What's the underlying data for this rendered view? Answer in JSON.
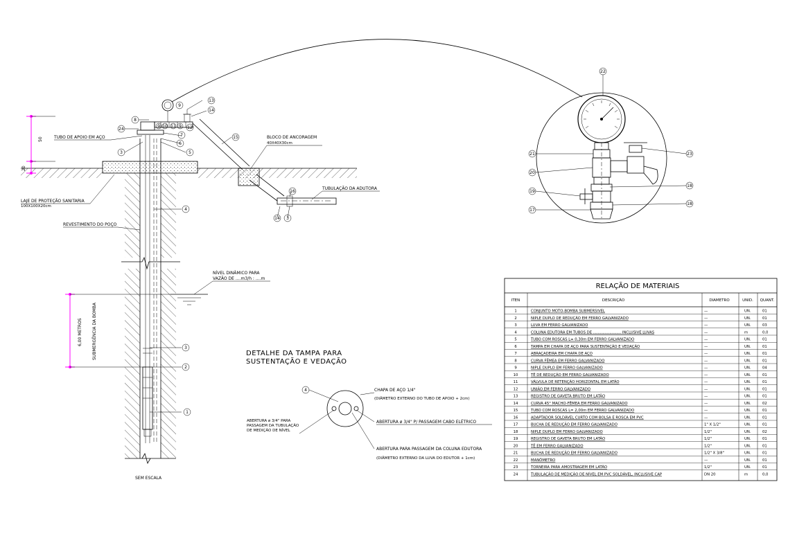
{
  "labels": {
    "tubo_apoio": "TUBO DE APOIO EM AÇO",
    "bloco_ancoragem": "BLOCO DE ANCORAGEM",
    "bloco_dim": "40X40X30cm",
    "tubulacao_adutora": "TUBULAÇÃO DA ADUTORA",
    "laje": "LAJE DE PROTEÇÃO SANITARIA",
    "laje_dim": "100X100X20cm",
    "revestimento": "REVESTIMENTO DO POÇO",
    "nivel_1": "NÍVEL DINÂMICO PARA",
    "nivel_2": "VAZÃO DE ....m3/h : ....m",
    "submergencia": "SUBMERGÊNCIA DA BOMBA",
    "metros": "6,00 METROS",
    "dim_50": "50",
    "dim_20": "20",
    "sem_escala": "SEM ESCALA",
    "detalhe_1": "DETALHE DA TAMPA PARA",
    "detalhe_2": "SUSTENTAÇÃO E VEDAÇÃO",
    "chapa_1": "CHAPA DE AÇO 1/4\"",
    "chapa_2": "(DIÂMETRO EXTERNO DO TUBO DE APOIO + 2cm)",
    "abertura34_1": "ABERTURA ø 3/4\" PARA",
    "abertura34_2": "PASSAGEM DA TUBULAÇÃO",
    "abertura34_3": "DE MEDIÇÃO DE NÍVEL",
    "abertura_cabo": "ABERTURA ø 3/4\" P/ PASSAGEM CABO ELÉTRICO",
    "abertura_col_1": "ABERTURA PARA PASSAGEM DA COLUNA EDUTORA",
    "abertura_col_2": "(DIÂMETRO EXTERNO DA LUVA DO EDUTOR + 1cm)",
    "small_note": "..."
  },
  "callouts": {
    "c1": "1",
    "c2": "2",
    "c3": "3",
    "c4": "4",
    "c5": "5",
    "c6": "6",
    "c7": "7",
    "c8": "8",
    "c9": "9",
    "c10": "10",
    "c11": "11",
    "c12": "12",
    "c13": "13",
    "c14": "14",
    "c15": "15",
    "c16": "16",
    "c17": "17",
    "c18": "18",
    "c19": "19",
    "c20": "20",
    "c21": "21",
    "c22": "22",
    "c23": "23",
    "c24": "24"
  },
  "table": {
    "title": "RELAÇÃO DE MATERIAIS",
    "headers": [
      "ITEN",
      "DESCRIÇÃO",
      "DIAMETRO",
      "UNID.",
      "QUANT."
    ],
    "rows": [
      [
        "1",
        "CONJUNTO MOTO-BOMBA SUBMERSIVEL",
        "—",
        "UN.",
        "01"
      ],
      [
        "2",
        "NIPLE DUPLO DE REDUÇÃO EM FERRO GALVANIZADO",
        "—",
        "UN.",
        "01"
      ],
      [
        "3",
        "LUVA EM FERRO GALVANIZADO",
        "—",
        "UN.",
        "03"
      ],
      [
        "4",
        "COLUNA EDUTORA EM TUBOS DE ........................ INCLUSIVE LUVAS",
        "—",
        "m",
        "0,0"
      ],
      [
        "5",
        "TUBO COM ROSCAS L= 0,30m EM FERRO GALVANIZADO",
        "—",
        "UN.",
        "01"
      ],
      [
        "6",
        "TAMPA EM CHAPA DE AÇO PARA SUSTENTAÇÃO E VEDAÇÃO",
        "—",
        "UN.",
        "01"
      ],
      [
        "7",
        "ABRAÇADEIRA EM CHAPA DE AÇO",
        "—",
        "UN.",
        "01"
      ],
      [
        "8",
        "CURVA FÊMEA EM FERRO GALVANIZADO",
        "—",
        "UN.",
        "01"
      ],
      [
        "9",
        "NIPLE DUPLO EM FERRO GALVANIZADO",
        "—",
        "UN.",
        "04"
      ],
      [
        "10",
        "TÊ DE REDUÇÃO EM FERRO GALVANIZADO",
        "—",
        "UN.",
        "01"
      ],
      [
        "11",
        "VÁLVULA DE RETENÇÃO HORIZONTAL EM LATÃO",
        "—",
        "UN.",
        "01"
      ],
      [
        "12",
        "UNIÃO EM FERRO GALVANIZADO",
        "—",
        "UN.",
        "01"
      ],
      [
        "13",
        "REGISTRO DE GAVETA BRUTO EM LATÃO",
        "—",
        "UN.",
        "01"
      ],
      [
        "14",
        "CURVA 45° MACHO-FÊMEA EM FERRO GALVANIZADO",
        "—",
        "UN.",
        "02"
      ],
      [
        "15",
        "TUBO COM ROSCAS L= 2,00m EM FERRO GALVANIZADO",
        "—",
        "UN.",
        "01"
      ],
      [
        "16",
        "ADAPTADOR SOLDÁVEL CURTO COM BOLSA E ROSCA EM PVC",
        "—",
        "UN.",
        "01"
      ],
      [
        "17",
        "BUCHA DE REDUÇÃO EM FERRO GALVANIZADO",
        "1\" X 1/2\"",
        "UN.",
        "01"
      ],
      [
        "18",
        "NIPLE DUPLO EM FERRO GALVANIZADO",
        "1/2\"",
        "UN.",
        "02"
      ],
      [
        "19",
        "REGISTRO DE GAVETA BRUTO EM LATÃO",
        "1/2\"",
        "UN.",
        "01"
      ],
      [
        "20",
        "TÊ EM FERRO GALVANIZADO",
        "1/2\"",
        "UN.",
        "01"
      ],
      [
        "21",
        "BUCHA DE REDUÇÃO EM FERRO GALVANIZADO",
        "1/2\" X 3/8\"",
        "UN.",
        "01"
      ],
      [
        "22",
        "MANÔMETRO",
        "—",
        "UN.",
        "01"
      ],
      [
        "23",
        "TORNEIRA PARA AMOSTRAGEM EM LATÃO",
        "1/2\"",
        "UN.",
        "01"
      ],
      [
        "24",
        "TUBULAÇÃO DE MEDIÇÃO DE NÍVEL EM PVC SOLDÁVEL, INCLUSIVE CAP",
        "DN 20",
        "m",
        "0,0"
      ]
    ]
  }
}
